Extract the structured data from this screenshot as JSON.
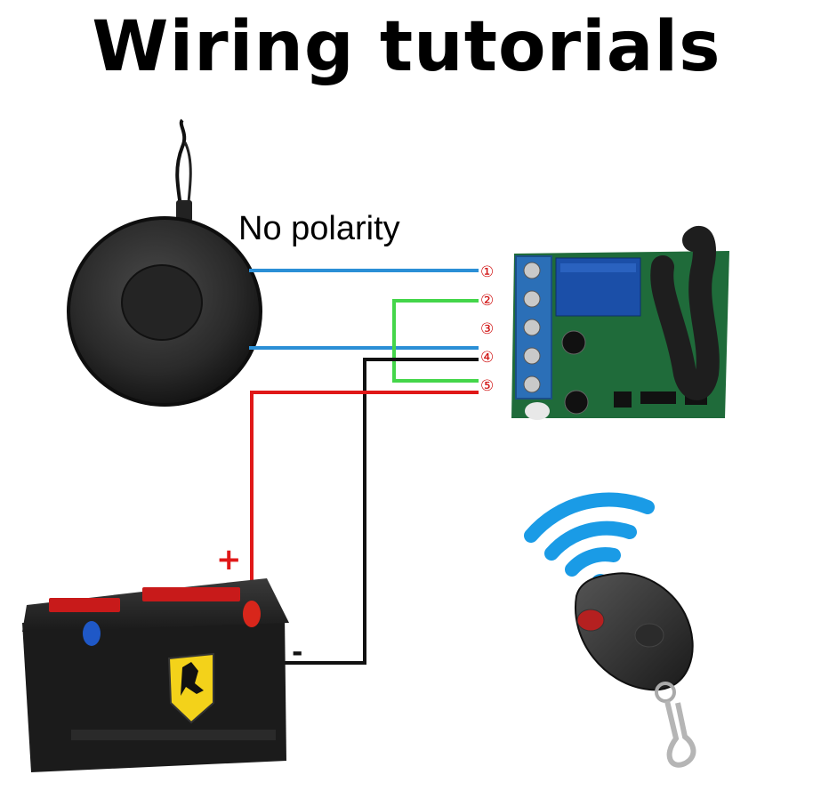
{
  "title": "Wiring tutorials",
  "polarity_note": "No polarity",
  "terminals": [
    "①",
    "②",
    "③",
    "④",
    "⑤"
  ],
  "battery": {
    "positive": "+",
    "negative": "-"
  },
  "wire_colors": {
    "blue": "#2b8fd6",
    "green": "#44d64a",
    "black": "#111111",
    "red": "#e01818"
  },
  "icons": [
    "electromagnet-icon",
    "relay-receiver-board",
    "car-battery-icon",
    "remote-control-fob-icon",
    "wifi-signal-icon"
  ]
}
